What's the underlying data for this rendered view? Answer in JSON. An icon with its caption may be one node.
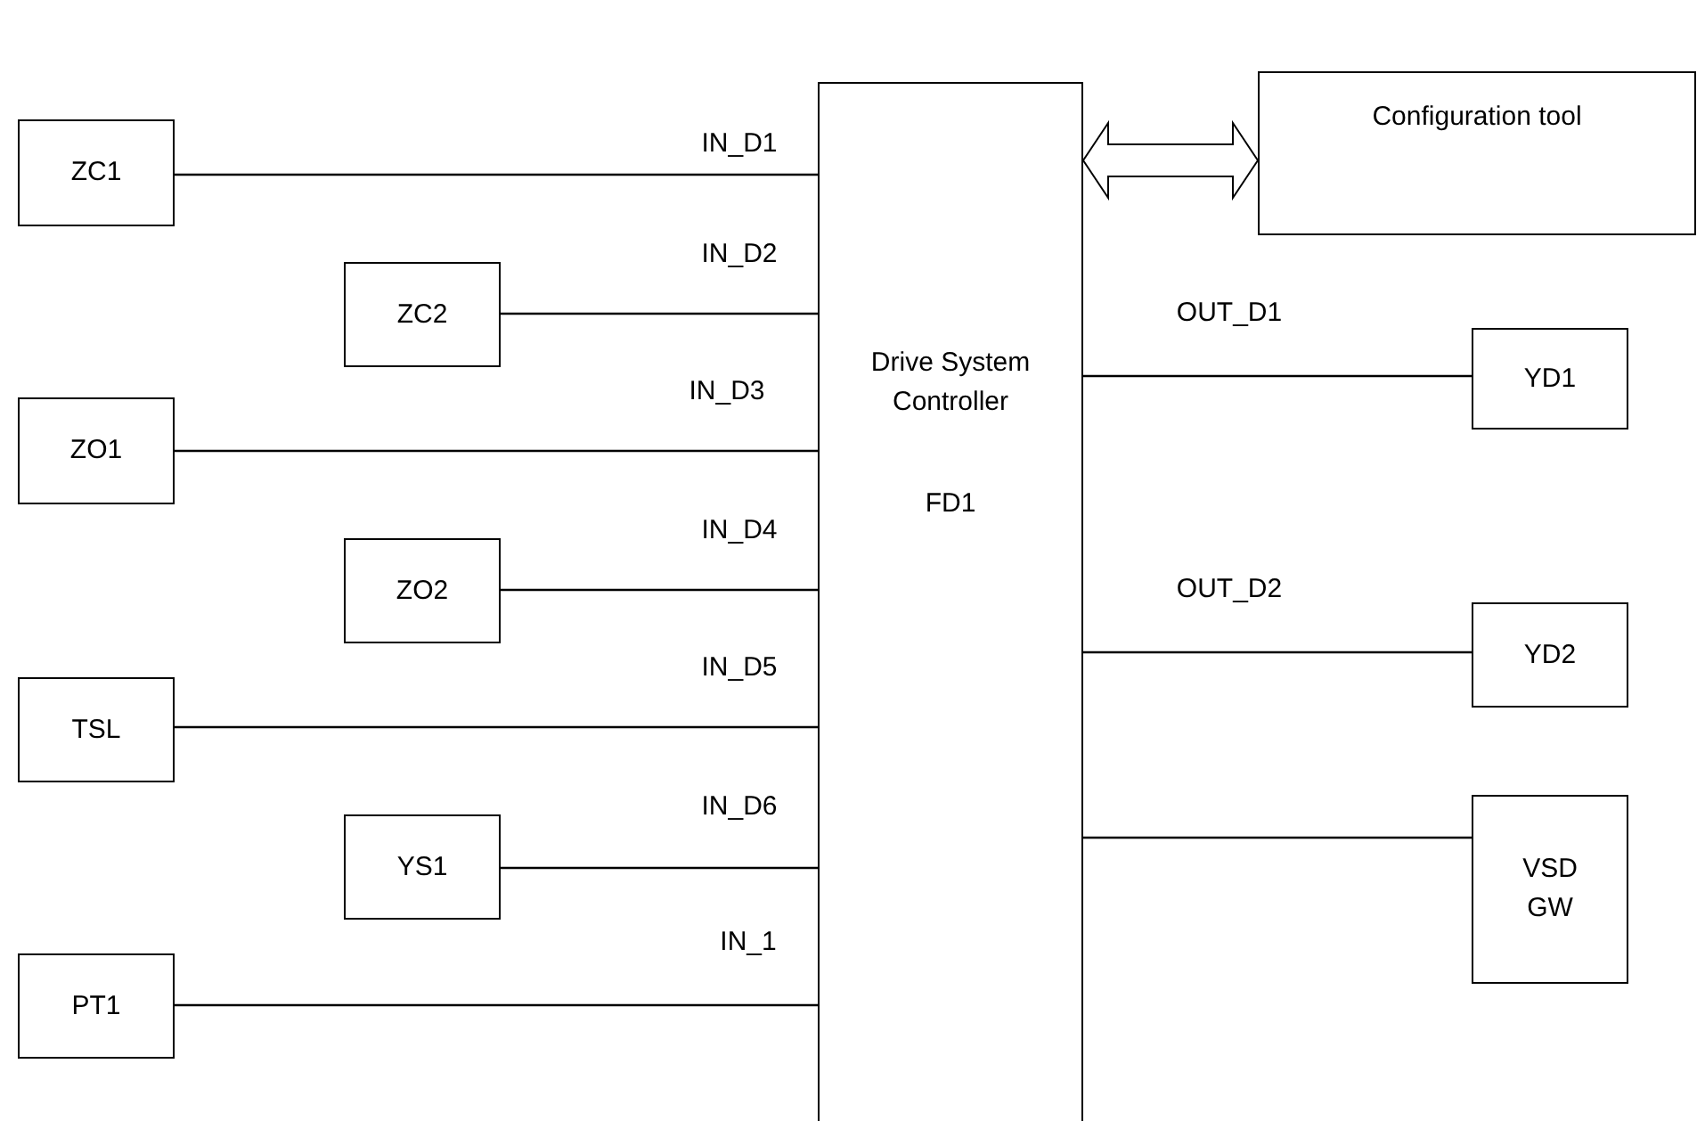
{
  "diagram": {
    "nodes": [
      {
        "text": [
          "Drive System Controller",
          "FD1"
        ]
      },
      {
        "text": [
          "Configuration tool"
        ]
      },
      {
        "text": [
          "ZC1"
        ]
      },
      {
        "text": [
          "ZC2"
        ]
      },
      {
        "text": [
          "ZO1"
        ]
      },
      {
        "text": [
          "ZO2"
        ]
      },
      {
        "text": [
          "TSL"
        ]
      },
      {
        "text": [
          "YS1"
        ]
      },
      {
        "text": [
          "PT1"
        ]
      },
      {
        "text": [
          "YD1"
        ]
      },
      {
        "text": [
          "YD2"
        ]
      },
      {
        "text": [
          "VSD GW"
        ]
      }
    ],
    "edges": [
      {
        "from": 0,
        "to": 1,
        "arrow": "both",
        "style": "thick"
      },
      {
        "from": 2,
        "to": 0,
        "arrow": "none",
        "label": "IN_D1"
      },
      {
        "from": 3,
        "to": 0,
        "arrow": "none",
        "label": "IN_D2"
      },
      {
        "from": 4,
        "to": 0,
        "arrow": "none",
        "label": "IN_D3"
      },
      {
        "from": 5,
        "to": 0,
        "arrow": "none",
        "label": "IN_D4"
      },
      {
        "from": 6,
        "to": 0,
        "arrow": "none",
        "label": "IN_D5"
      },
      {
        "from": 7,
        "to": 0,
        "arrow": "none",
        "label": "IN_D6"
      },
      {
        "from": 8,
        "to": 0,
        "arrow": "none",
        "label": "IN_1"
      },
      {
        "from": 0,
        "to": 9,
        "arrow": "none",
        "label": "OUT_D1"
      },
      {
        "from": 0,
        "to": 10,
        "arrow": "none",
        "label": "OUT_D2"
      },
      {
        "from": 0,
        "to": 11,
        "arrow": "none"
      }
    ]
  }
}
